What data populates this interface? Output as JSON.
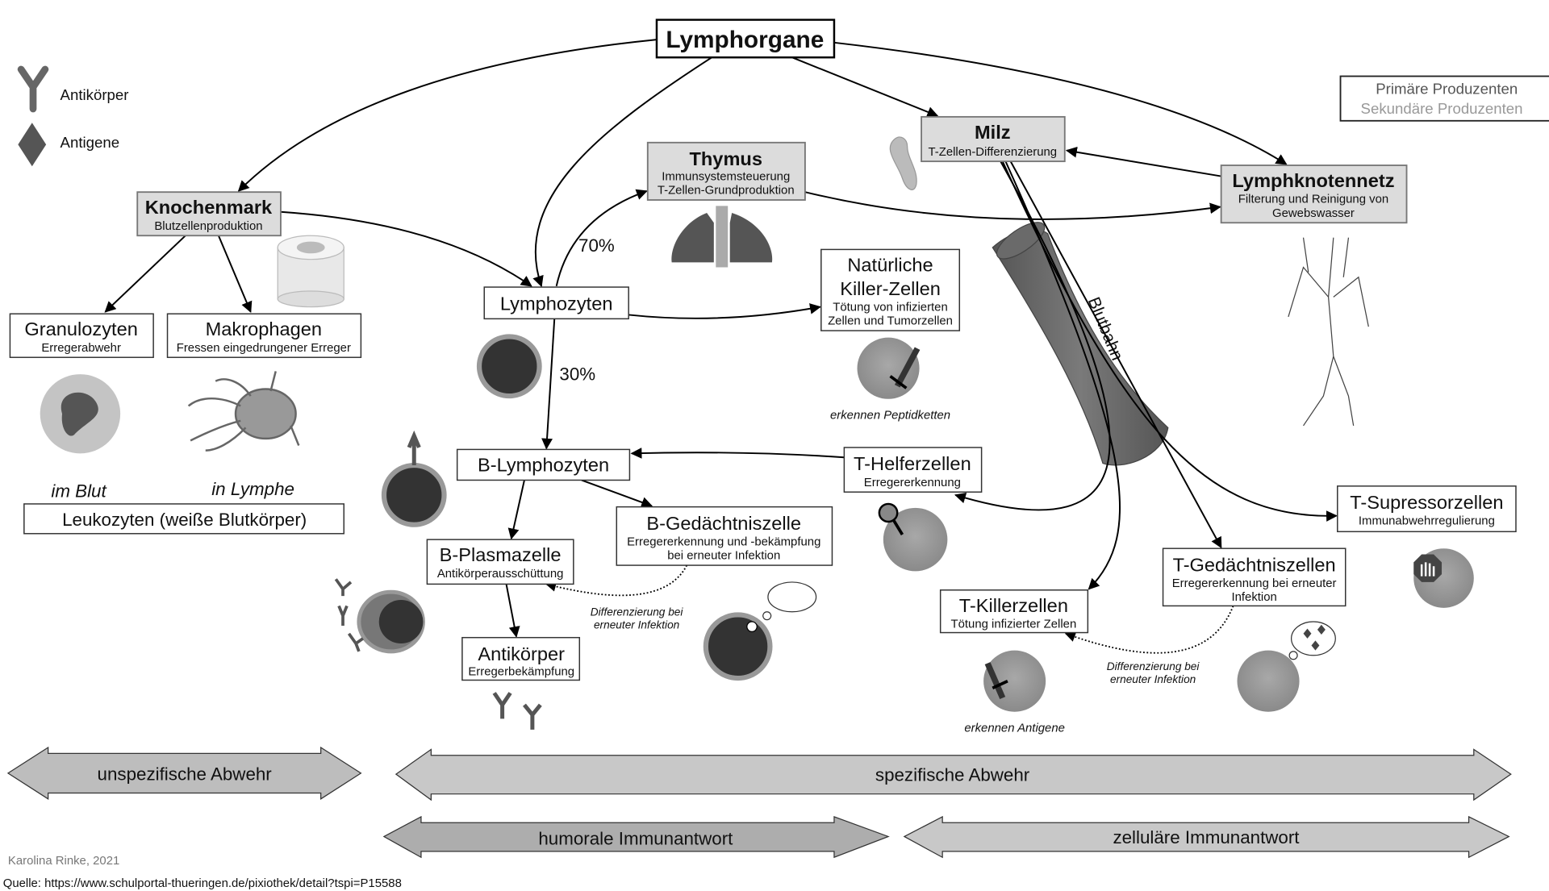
{
  "legend": {
    "antibody": "Antikörper",
    "antigen": "Antigene"
  },
  "key": {
    "primary": "Primäre Produzenten",
    "secondary": "Sekundäre Produzenten",
    "primary_color": "#555555",
    "secondary_color": "#999999"
  },
  "nodes": {
    "lymphorgane": {
      "title": "Lymphorgane"
    },
    "milz": {
      "title": "Milz",
      "sub": "T-Zellen-Differenzierung"
    },
    "thymus": {
      "title": "Thymus",
      "sub1": "Immunsystemsteuerung",
      "sub2": "T-Zellen-Grundproduktion"
    },
    "knochenmark": {
      "title": "Knochenmark",
      "sub": "Blutzellenproduktion"
    },
    "lymphknotennetz": {
      "title": "Lymphknotennetz",
      "sub1": "Filterung und Reinigung von",
      "sub2": "Gewebswasser"
    },
    "lymphozyten": {
      "title": "Lymphozyten"
    },
    "nk": {
      "title1": "Natürliche",
      "title2": "Killer-Zellen",
      "sub1": "Tötung von infizierten",
      "sub2": "Zellen und Tumorzellen",
      "note": "erkennen Peptidketten"
    },
    "granulozyten": {
      "title": "Granulozyten",
      "sub": "Erregerabwehr"
    },
    "makrophagen": {
      "title": "Makrophagen",
      "sub": "Fressen eingedrungener Erreger"
    },
    "leukozyten": {
      "title": "Leukozyten (weiße Blutkörper)",
      "in_blood": "im Blut",
      "in_lymph": "in Lymphe"
    },
    "b_lymphozyten": {
      "title": "B-Lymphozyten"
    },
    "t_helfer": {
      "title": "T-Helferzellen",
      "sub": "Erregererkennung"
    },
    "b_gedaechtnis": {
      "title": "B-Gedächtniszelle",
      "sub1": "Erregererkennung und -bekämpfung",
      "sub2": "bei erneuter Infektion"
    },
    "b_plasma": {
      "title": "B-Plasmazelle",
      "sub": "Antikörperausschüttung"
    },
    "antikoerper": {
      "title": "Antikörper",
      "sub": "Erregerbekämpfung"
    },
    "t_supressor": {
      "title": "T-Supressorzellen",
      "sub": "Immunabwehrregulierung"
    },
    "t_gedaechtnis": {
      "title": "T-Gedächtniszellen",
      "sub1": "Erregererkennung bei erneuter",
      "sub2": "Infektion"
    },
    "t_killer": {
      "title": "T-Killerzellen",
      "sub": "Tötung infizierter Zellen",
      "note": "erkennen Antigene"
    }
  },
  "labels": {
    "pct_thymus": "70%",
    "pct_b": "30%",
    "blutbahn": "Blutbahn",
    "diff_b1": "Differenzierung bei",
    "diff_b2": "erneuter Infektion",
    "diff_t1": "Differenzierung bei",
    "diff_t2": "erneuter Infektion"
  },
  "bands": {
    "unspezifisch": "unspezifische Abwehr",
    "spezifisch": "spezifische Abwehr",
    "humoral": "humorale Immunantwort",
    "zellulaer": "zelluläre Immunantwort"
  },
  "footer": {
    "author": "Karolina Rinke, 2021",
    "source": "Quelle: https://www.schulportal-thueringen.de/pixiothek/detail?tspi=P15588"
  }
}
